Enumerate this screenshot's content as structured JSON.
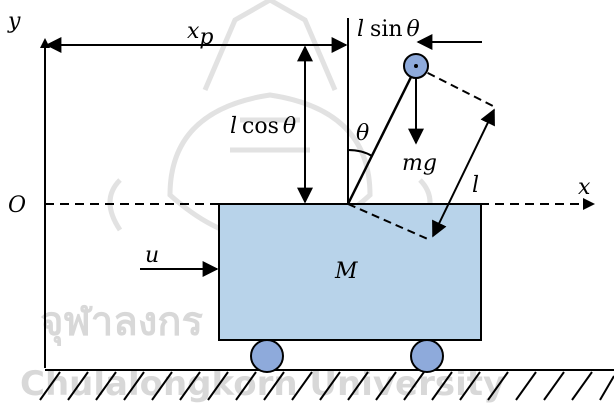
{
  "labels": {
    "y_axis": "y",
    "x_axis": "x",
    "origin": "O",
    "xp_base": "x",
    "xp_sub": "p",
    "lsin_l": "l",
    "lsin_fn": "sin",
    "lsin_theta": "θ",
    "lcos_l": "l",
    "lcos_fn": "cos",
    "lcos_theta": "θ",
    "theta": "θ",
    "mg": "mg",
    "length": "l",
    "force": "u",
    "mass": "M"
  },
  "watermark": {
    "thai": "จุฬาลงกร",
    "latin": "Chulalongkorn University"
  },
  "colors": {
    "cart_fill": "#b8d3ea",
    "cart_stroke": "#000000",
    "wheel_fill": "#8eaadb",
    "bob_fill": "#8eaadb",
    "line": "#000000",
    "watermark": "#d8d8d8"
  }
}
